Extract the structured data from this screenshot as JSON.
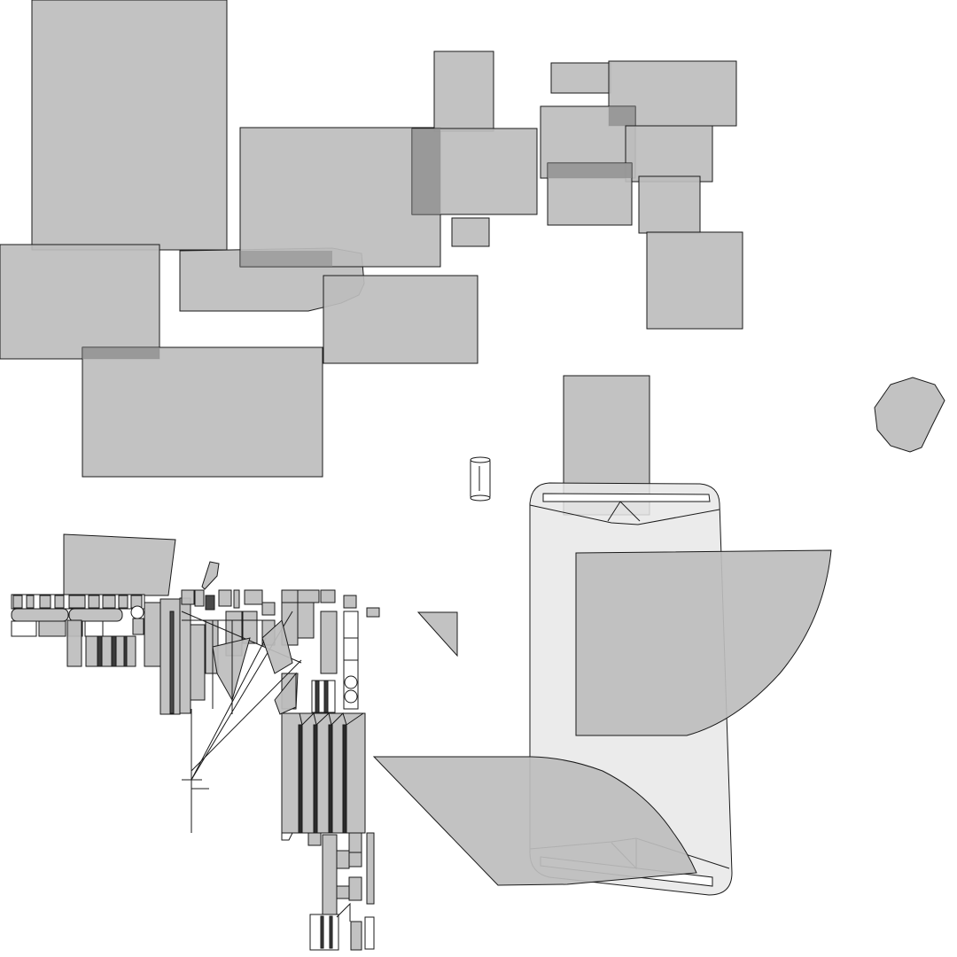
{
  "canvas": {
    "background": "#ffffff",
    "stroke_color": "#1a1a1a",
    "fill_color": "#bdbdbd",
    "light_fill_color": "#e8e8e8"
  },
  "layers": [
    {
      "id": "rectangle-cluster-top-left",
      "shape": "rectangles"
    },
    {
      "id": "rectangle-cluster-top-center",
      "shape": "rectangles"
    },
    {
      "id": "rectangle-cluster-top-right",
      "shape": "rectangles"
    },
    {
      "id": "container-outline",
      "shape": "rounded-rectangle"
    },
    {
      "id": "quarter-fan-shape",
      "shape": "quarter-circle"
    },
    {
      "id": "bottom-fan-shape",
      "shape": "trapezoid-arc"
    },
    {
      "id": "heptagon-shape",
      "shape": "polygon"
    },
    {
      "id": "small-cylinder-icon",
      "shape": "cylinder"
    },
    {
      "id": "triangle-shape",
      "shape": "triangle"
    },
    {
      "id": "dense-component-cluster",
      "shape": "mixed"
    }
  ]
}
